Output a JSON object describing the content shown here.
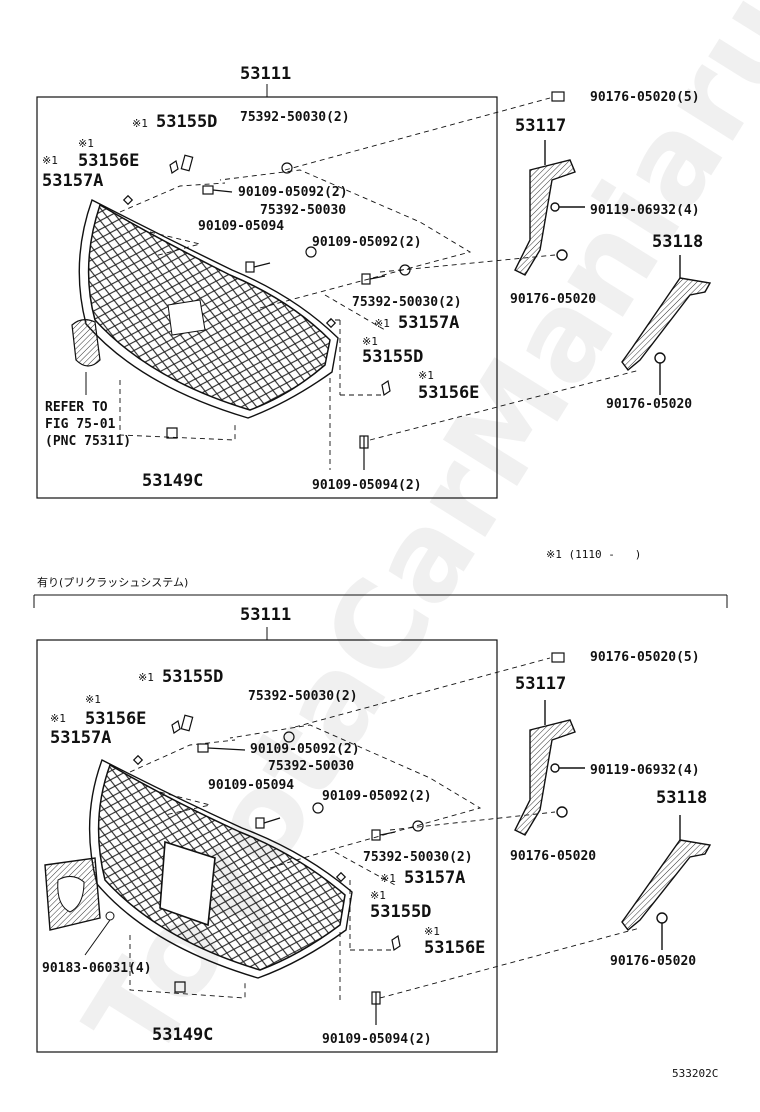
{
  "watermark": "ToyotaCarManiaru",
  "top": {
    "assembly": "53111",
    "labels": {
      "p53155D": "53155D",
      "p53156E": "53156E",
      "p53157A": "53157A",
      "p75392_2": "75392-50030(2)",
      "p90109_05092_2a": "90109-05092(2)",
      "p75392": "75392-50030",
      "p90109_05094": "90109-05094",
      "p90109_05092_2b": "90109-05092(2)",
      "p75392_2b": "75392-50030(2)",
      "p53157A_b": "53157A",
      "p53155D_b": "53155D",
      "p53156E_b": "53156E",
      "p90109_05094_2": "90109-05094(2)",
      "p53149C": "53149C",
      "p90176_5": "90176-05020(5)",
      "p53117": "53117",
      "p90119": "90119-06932(4)",
      "p53118": "53118",
      "p90176_a": "90176-05020",
      "p90176_b": "90176-05020",
      "refer1": "REFER TO",
      "refer2": "FIG 75-01",
      "refer3": "(PNC 75311)"
    }
  },
  "note_mark": "※1",
  "note_range": "※1 (1110 -   )",
  "section_header": "有り(プリクラッシュシステム)",
  "bottom": {
    "assembly": "53111",
    "labels": {
      "p53155D": "53155D",
      "p53156E": "53156E",
      "p53157A": "53157A",
      "p75392_2": "75392-50030(2)",
      "p90109_05092_2a": "90109-05092(2)",
      "p75392": "75392-50030",
      "p90109_05094": "90109-05094",
      "p90109_05092_2b": "90109-05092(2)",
      "p75392_2b": "75392-50030(2)",
      "p53157A_b": "53157A",
      "p53155D_b": "53155D",
      "p53156E_b": "53156E",
      "p90183": "90183-06031(4)",
      "p53149C": "53149C",
      "p90109_05094_2": "90109-05094(2)",
      "p90176_5": "90176-05020(5)",
      "p53117": "53117",
      "p90119": "90119-06932(4)",
      "p53118": "53118",
      "p90176_a": "90176-05020",
      "p90176_b": "90176-05020"
    }
  },
  "figure_code": "533202C"
}
